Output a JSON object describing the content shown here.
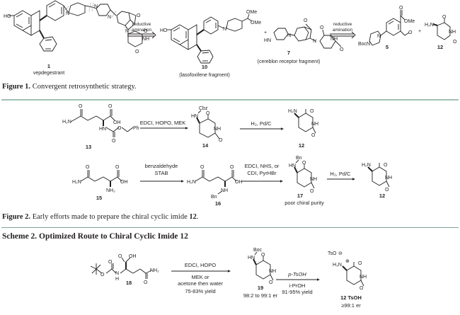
{
  "figure1": {
    "caption_label": "Figure 1.",
    "caption_text": " Convergent retrosynthetic strategy.",
    "compounds": [
      {
        "number": "1",
        "name": "vepdegestrant"
      },
      {
        "number": "10",
        "name": "(lasofoxifene fragment)"
      },
      {
        "number": "7",
        "name": "(cereblon receptor fragment)"
      },
      {
        "number": "5",
        "name": ""
      },
      {
        "number": "12",
        "name": ""
      }
    ],
    "arrows": [
      {
        "line1": "reductive",
        "line2": "amination"
      },
      {
        "line1": "reductive",
        "line2": "amination"
      }
    ],
    "plus": "+",
    "atoms": {
      "ho": "HO",
      "n": "N",
      "hn": "HN",
      "nh": "NH",
      "o": "O",
      "ome": "OMe",
      "boc_n": "BocN",
      "h2n": "H₂N"
    }
  },
  "figure2": {
    "caption_label": "Figure 2.",
    "caption_text": " Early efforts made to prepare the chiral cyclic imide ",
    "caption_bold_end": "12",
    "caption_period": ".",
    "row1": {
      "compounds": [
        {
          "number": "13"
        },
        {
          "number": "14"
        },
        {
          "number": "12"
        }
      ],
      "conditions": [
        "EDCI, HOPO, MEK",
        "H₂, Pd/C"
      ]
    },
    "row2": {
      "compounds": [
        {
          "number": "15"
        },
        {
          "number": "16"
        },
        {
          "number": "17",
          "note": "poor chiral purity"
        },
        {
          "number": "12"
        }
      ],
      "conditions": [
        {
          "line1": "benzaldehyde",
          "line2": "STAB"
        },
        {
          "line1": "EDCI, NHS, or",
          "line2": "CDI, PyrHBr"
        },
        {
          "line1": "H₂, Pd/C",
          "line2": ""
        }
      ]
    },
    "atoms": {
      "cbz": "Cbz",
      "bn": "Bn",
      "ph": "Ph",
      "oh": "OH",
      "nh2": "NH₂"
    }
  },
  "scheme2": {
    "title": "Scheme 2. Optimized Route to Chiral Cyclic Imide 12",
    "compounds": [
      {
        "number": "18"
      },
      {
        "number": "19",
        "er": "98:2 to 99:1 er"
      },
      {
        "number": "12 TsOH",
        "er": "≥99:1 er"
      }
    ],
    "step1": {
      "above": "EDCI, HOPO",
      "below1": "MEK or",
      "below2": "acetone then water",
      "yield": "75-83% yield"
    },
    "step2": {
      "above": "p-TsOH",
      "below1": "i-PrOH",
      "yield": "91-95% yield"
    },
    "atoms": {
      "boc": "Boc",
      "tso": "TsO",
      "h3n": "H₃N",
      "minus": "⊖",
      "plus": "⊕",
      "h": "H"
    }
  },
  "colors": {
    "rule": "#9fc2b3",
    "ink": "#231f20"
  }
}
